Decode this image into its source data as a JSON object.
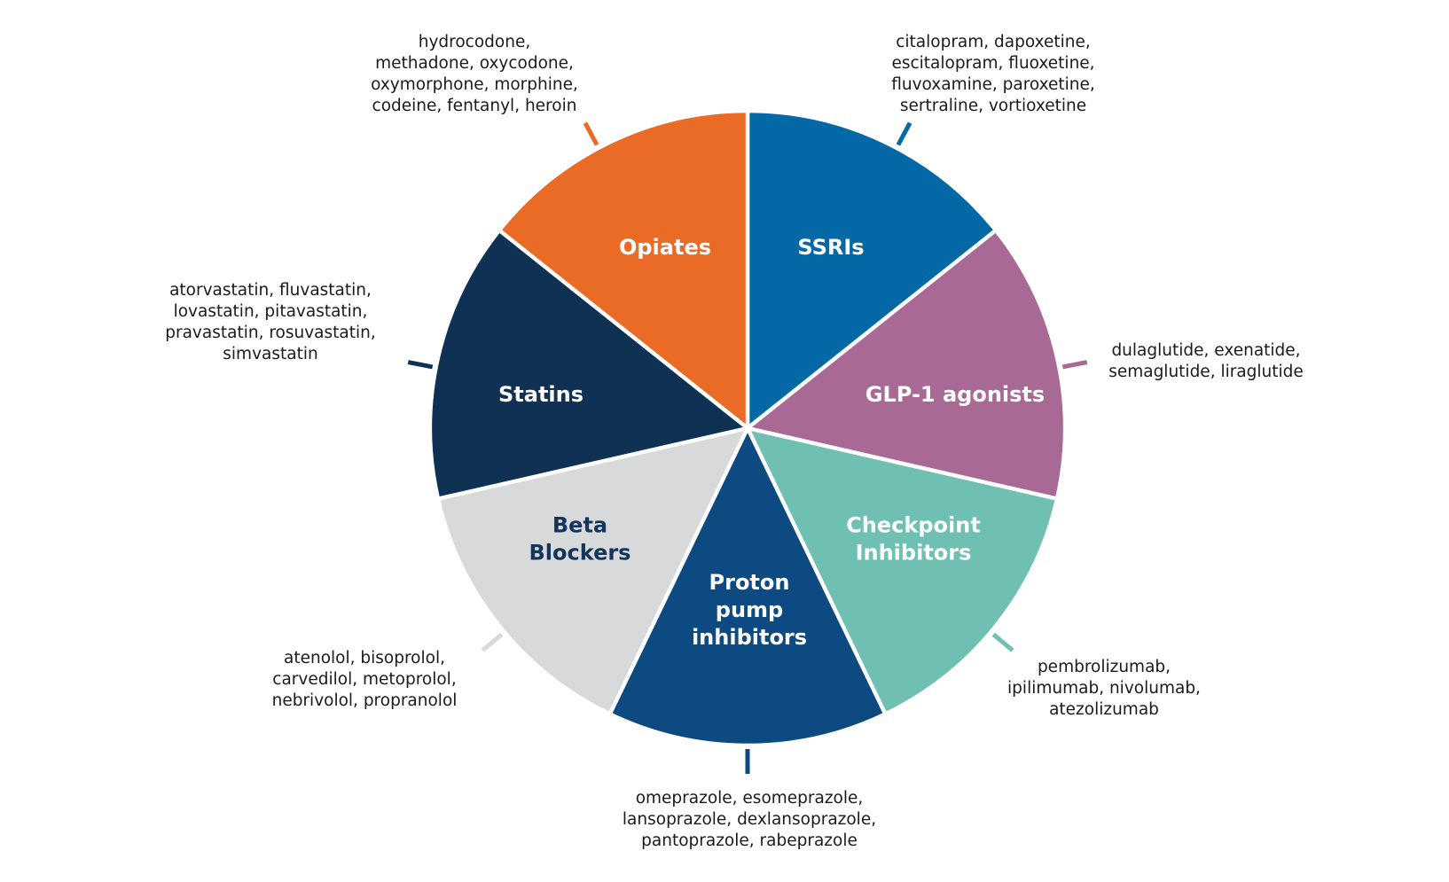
{
  "segments": [
    {
      "id": "ssris",
      "label_lines": [
        "SSRIs"
      ],
      "color": "#0468a6",
      "label_color": "#ffffff",
      "drugs": [
        "citalopram, dapoxetine,",
        "escitalopram, fluoxetine,",
        "fluvoxamine, paroxetine,",
        "sertraline, vortioxetine"
      ]
    },
    {
      "id": "glp1",
      "label_lines": [
        "GLP-1 agonists"
      ],
      "color": "#a86a94",
      "label_color": "#ffffff",
      "drugs": [
        "dulaglutide, exenatide,",
        "semaglutide, liraglutide"
      ]
    },
    {
      "id": "checkpoint",
      "label_lines": [
        "Checkpoint",
        "Inhibitors"
      ],
      "color": "#6fbfb2",
      "label_color": "#ffffff",
      "drugs": [
        "pembrolizumab,",
        "ipilimumab, nivolumab,",
        "atezolizumab"
      ]
    },
    {
      "id": "ppi",
      "label_lines": [
        "Proton",
        "pump",
        "inhibitors"
      ],
      "color": "#0d4a82",
      "label_color": "#ffffff",
      "drugs": [
        "omeprazole, esomeprazole,",
        "lansoprazole, dexlansoprazole,",
        "pantoprazole, rabeprazole"
      ]
    },
    {
      "id": "beta",
      "label_lines": [
        "Beta",
        "Blockers"
      ],
      "color": "#d8d9da",
      "label_color": "#13355c",
      "drugs": [
        "atenolol, bisoprolol,",
        "carvedilol, metoprolol,",
        "nebrivolol, propranolol"
      ]
    },
    {
      "id": "statins",
      "label_lines": [
        "Statins"
      ],
      "color": "#0f3254",
      "label_color": "#ffffff",
      "drugs": [
        "atorvastatin, fluvastatin,",
        "lovastatin, pitavastatin,",
        "pravastatin, rosuvastatin,",
        "simvastatin"
      ]
    },
    {
      "id": "opiates",
      "label_lines": [
        "Opiates"
      ],
      "color": "#ea6b25",
      "label_color": "#ffffff",
      "drugs": [
        "hydrocodone,",
        "methadone, oxycodone,",
        "oxymorphone, morphine,",
        "codeine, fentanyl, heroin"
      ]
    }
  ]
}
